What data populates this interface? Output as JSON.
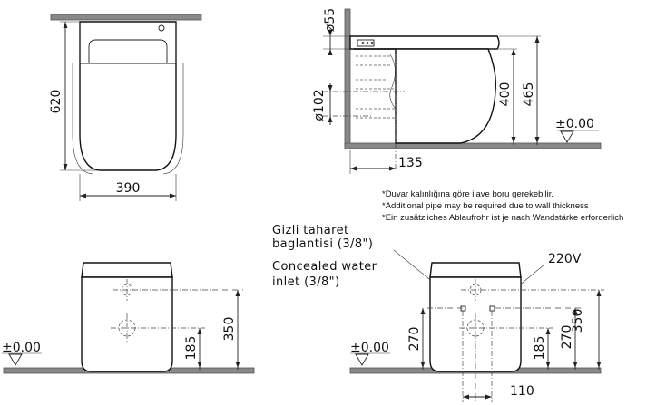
{
  "dimensions": {
    "height_620": "620",
    "width_390": "390",
    "dia_55": "ø55",
    "dia_102": "ø102",
    "h_400": "400",
    "h_465": "465",
    "level_000_side": "±0.00",
    "depth_135": "135",
    "front_185": "185",
    "front_350": "350",
    "front_level": "±0.00",
    "rear_270_left": "270",
    "rear_185": "185",
    "rear_270": "270",
    "rear_350": "350",
    "rear_level": "±0.00",
    "rear_110": "110",
    "volt_220": "220V"
  },
  "notes": {
    "tr": "*Duvar kalınlığına göre ilave boru gerekebilir.",
    "en": "*Additional pipe may be required due to wall thickness",
    "de": "*Ein zusätzliches Ablaufrohr ist je nach Wandstärke erforderlich"
  },
  "labels": {
    "tr_line1": "Gizli  taharet",
    "tr_line2": "baglantisi  (3/8\")",
    "en_line1": "Concealed  water",
    "en_line2": "inlet  (3/8\")"
  }
}
